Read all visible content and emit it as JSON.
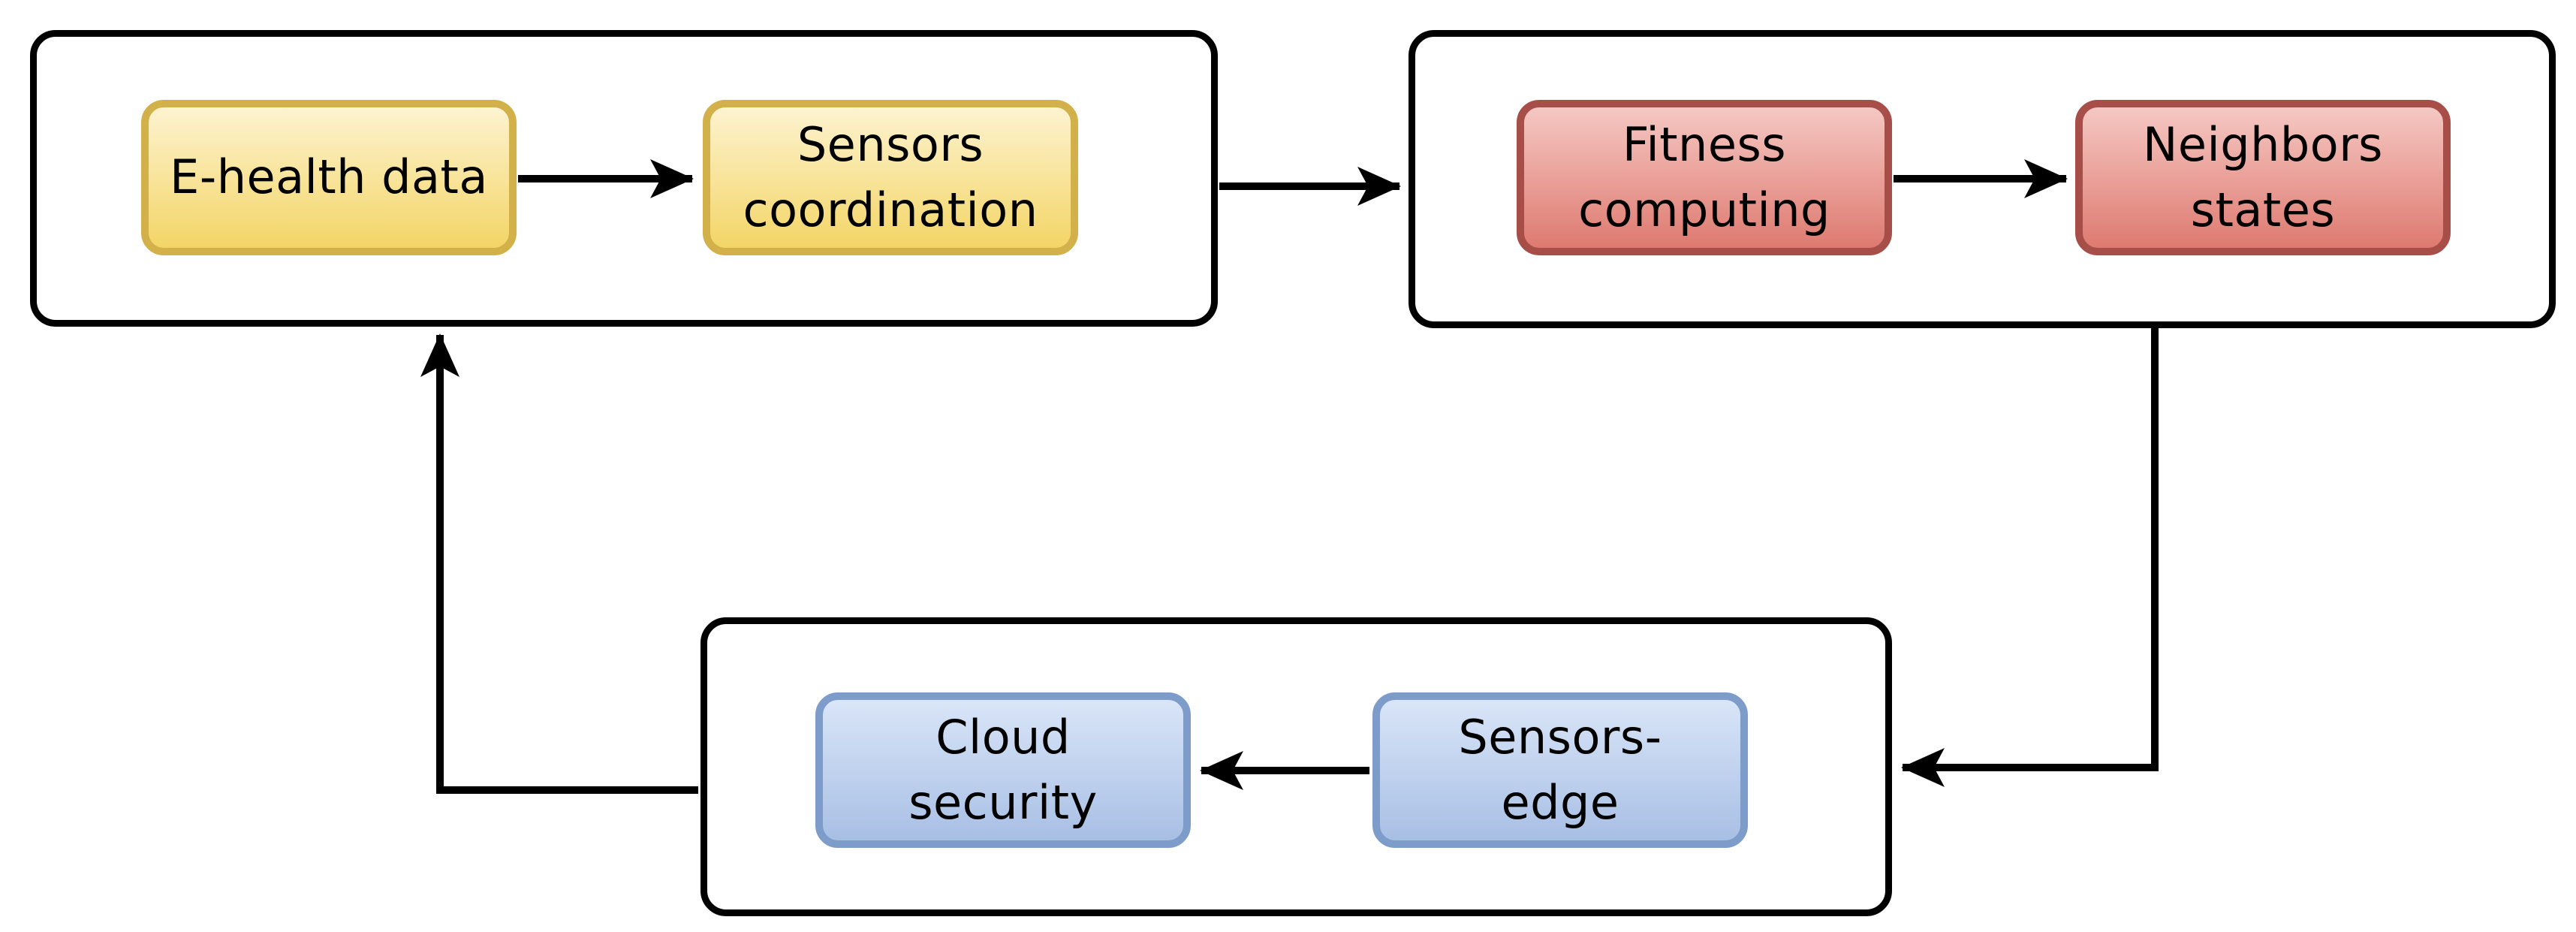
{
  "diagram": {
    "background_color": "#ffffff",
    "line_color": "#000000",
    "groups": [
      {
        "id": "group-top-left"
      },
      {
        "id": "group-top-right"
      },
      {
        "id": "group-bottom"
      }
    ],
    "nodes": [
      {
        "id": "e-health-data",
        "label": "E-health data",
        "theme": "yellow"
      },
      {
        "id": "sensors-coordination",
        "label": "Sensors\ncoordination",
        "theme": "yellow"
      },
      {
        "id": "fitness-computing",
        "label": "Fitness\ncomputing",
        "theme": "red"
      },
      {
        "id": "neighbors-states",
        "label": "Neighbors\nstates",
        "theme": "red"
      },
      {
        "id": "cloud-security",
        "label": "Cloud\nsecurity",
        "theme": "blue"
      },
      {
        "id": "sensors-edge",
        "label": "Sensors-\nedge",
        "theme": "blue"
      }
    ],
    "themes": {
      "yellow": {
        "fill_top": "#fdf3d0",
        "fill_bottom": "#f3d566",
        "border": "#d2b14a"
      },
      "red": {
        "fill_top": "#f5c8c3",
        "fill_bottom": "#de7a70",
        "border": "#a84e48"
      },
      "blue": {
        "fill_top": "#d9e5f8",
        "fill_bottom": "#a8bfe4",
        "border": "#7e9cc9"
      }
    },
    "edges": [
      {
        "from": "e-health-data",
        "to": "sensors-coordination"
      },
      {
        "from": "fitness-computing",
        "to": "neighbors-states"
      },
      {
        "from": "group-top-left",
        "to": "group-top-right"
      },
      {
        "from": "sensors-edge",
        "to": "cloud-security"
      },
      {
        "from": "group-top-right",
        "to": "group-bottom"
      },
      {
        "from": "group-bottom",
        "to": "group-top-left"
      }
    ]
  }
}
